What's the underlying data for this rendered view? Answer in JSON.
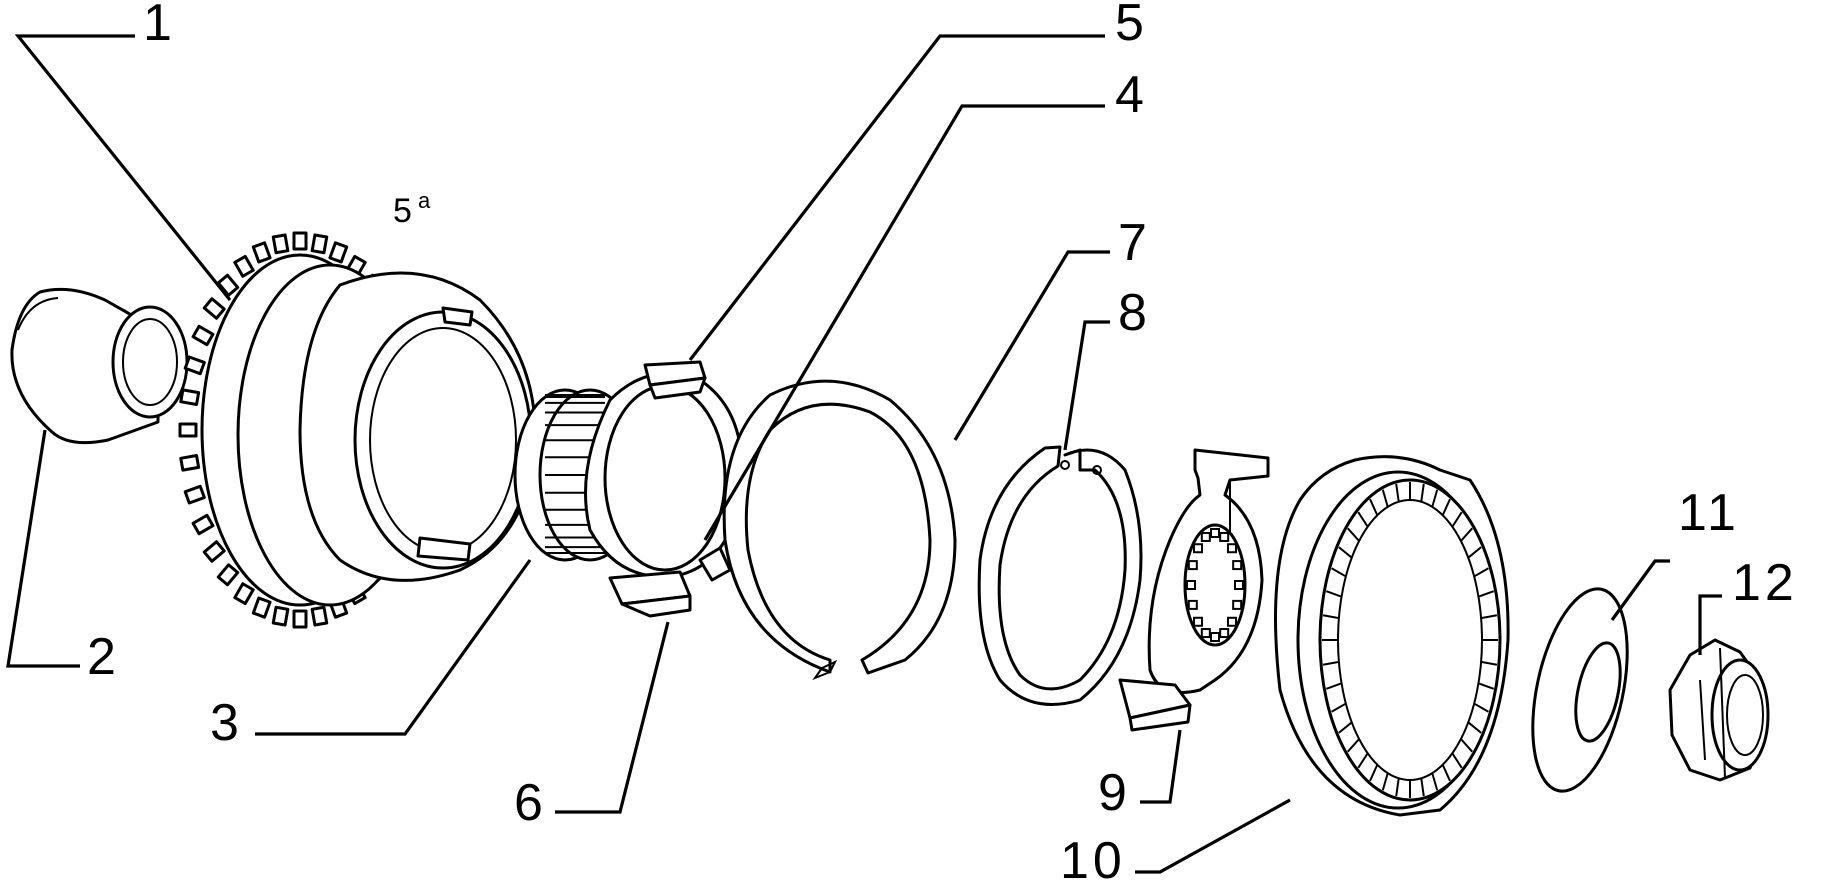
{
  "diagram": {
    "gear_label": {
      "main": "5",
      "sup": "a"
    },
    "callouts": {
      "c1": "1",
      "c2": "2",
      "c3": "3",
      "c4": "4",
      "c5": "5",
      "c6": "6",
      "c7": "7",
      "c8": "8",
      "c9": "9",
      "c10": "10",
      "c11": "11",
      "c12": "12"
    }
  }
}
